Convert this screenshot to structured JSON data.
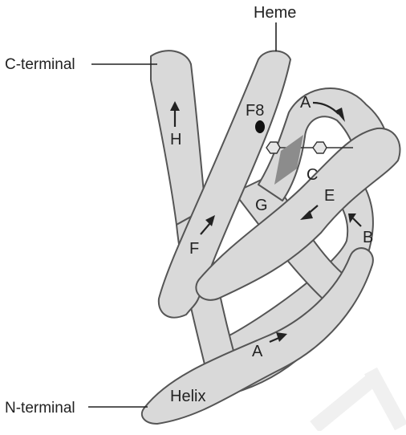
{
  "title": "",
  "labels": {
    "heme": "Heme",
    "c_terminal": "C-terminal",
    "n_terminal": "N-terminal",
    "f8": "F8",
    "helix_a_top": "A",
    "helix_b": "B",
    "helix_c": "C",
    "helix_e": "E",
    "helix_f": "F",
    "helix_g": "G",
    "helix_h": "H",
    "helix_a_bottom": "A",
    "helix_word": "Helix"
  },
  "colors": {
    "ribbon_fill": "#d9d9d9",
    "ribbon_stroke": "#555555",
    "heme_plate": "#8c8c8c",
    "f8_dot": "#111111",
    "watermark": "#f2f2f2"
  }
}
